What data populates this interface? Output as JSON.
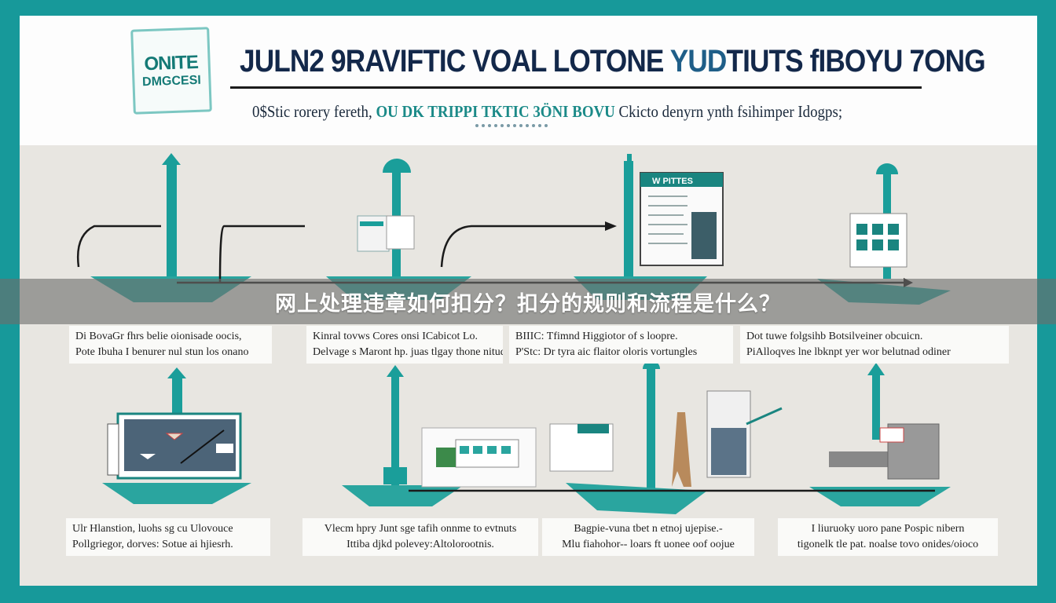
{
  "logo": {
    "line1": "ONITE",
    "line2": "DMGCESI"
  },
  "header": {
    "title_part1": "JULN2 9RAVIFTIC VOAL LOTONE ",
    "title_accent": "YUD",
    "title_part2": "TIUTS fIBOYU 7ONG",
    "subtitle_part1": "0$Stic rorery fereth, ",
    "subtitle_accent": "OU DK TRIPPI TKTIC 3ÖNI BOVU",
    "subtitle_part2": " Ckicto denyrn ynth fsihimper Idogps;"
  },
  "overlay_title": "网上处理违章如何扣分？扣分的规则和流程是什么？",
  "row1_captions": [
    {
      "line1": "Di BovaGr fhrs belie oionisade oocis,",
      "line2": "Pote Ibuha I benurer nul stun los onano"
    },
    {
      "line1": "Kinral tovws Cores onsi ICabicot Lo.",
      "line2": "Delvage s Maront hp. juas tlgay thone nitudus."
    },
    {
      "line1": "BIIIC: Tfimnd Higgiotor of s loopre.",
      "line2": "P'Stc: Dr tyra   aic flaitor oloris vortungles"
    },
    {
      "line1": "Dot tuwe  folgsihb Botsilveiner obcuicn.",
      "line2": "PiAlloqves lne lbknpt yer wor belutnad odiner"
    }
  ],
  "row2_captions": [
    {
      "line1": "Ulr Hlanstion, luohs sg cu Ulovouce",
      "line2": "Pollgriegor, dorves: Sotue ai hjiesrh."
    },
    {
      "line1": "Vlecm hpry Junt sge tafih onnme to evtnuts",
      "line2": "Ittiba djkd polevey:Altolorootnis."
    },
    {
      "line1": "Bagpie-vuna tbet n etnoj ujepise.-",
      "line2": "Mlu fiahohor-- loars ft uonee oof oojue"
    },
    {
      "line1": "I liuruoky uoro pane Pospic nibern",
      "line2": "tigonelk tle pat. noalse tovo onides/oioco"
    }
  ],
  "doc_label": "W PITTES",
  "colors": {
    "teal": "#17999a",
    "dark_teal": "#1a8580",
    "navy": "#13284a"
  }
}
